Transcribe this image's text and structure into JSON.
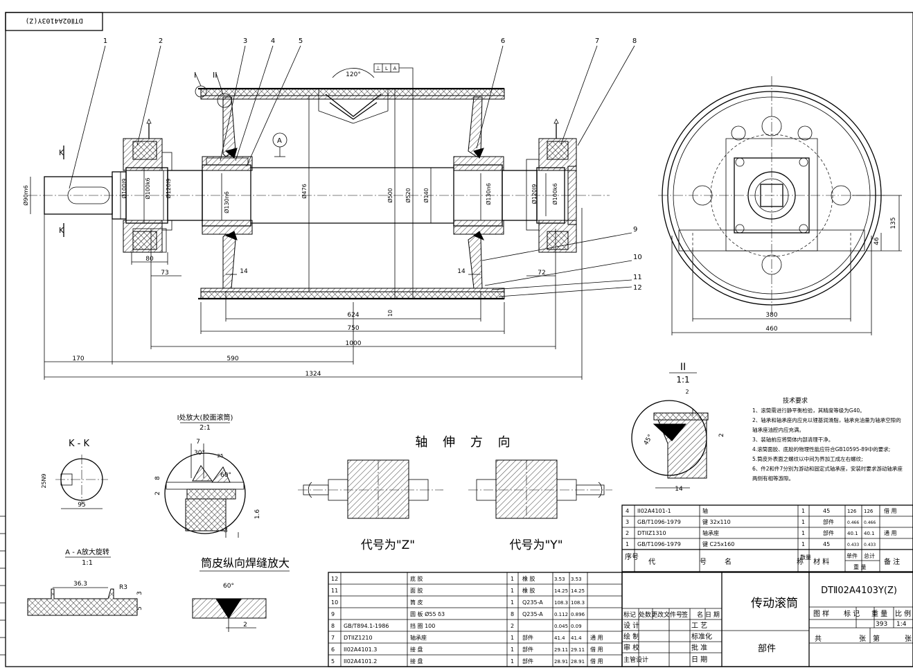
{
  "drawing": {
    "stamp_code": "DTⅡ02A4103Y(Z)",
    "section_marks": {
      "I": "I",
      "II": "II",
      "K": "K",
      "A": "A"
    },
    "angle_top": "120°",
    "tolerance_box": [
      "⊥",
      "L",
      "A"
    ],
    "part_balloons": [
      "1",
      "2",
      "3",
      "4",
      "5",
      "6",
      "7",
      "8",
      "9",
      "10",
      "11",
      "12"
    ],
    "dims": {
      "d1": "Ø90m6",
      "d2": "Ø100l9",
      "d3": "Ø100k6",
      "d4": "Ø120l9",
      "d5": "Ø130n6",
      "d6": "Ø476",
      "d7": "Ø500",
      "d8": "Ø520",
      "d9": "Ø140",
      "d10": "Ø130n6",
      "d11": "Ø120l9",
      "d12": "Ø100k6",
      "l_80": "80",
      "l_73": "73",
      "l_14a": "14",
      "l_14b": "14",
      "l_72": "72",
      "l_624": "624",
      "l_10": "10",
      "l_750": "750",
      "l_1000": "1000",
      "l_170": "170",
      "l_590": "590",
      "l_1324": "1324",
      "l_380": "380",
      "l_460": "460",
      "l_135": "135",
      "l_46": "46"
    }
  },
  "detail_kk": {
    "title": "K - K",
    "dim_width": "95",
    "dim_key": "25N9"
  },
  "detail_i": {
    "title": "I处放大(胶面滚筒)",
    "scale": "2:1",
    "d7": "7",
    "a30": "30°",
    "a60": "60°",
    "d8": "8",
    "d2": "2",
    "d3": "3",
    "d16": "1.6",
    "r25": "25"
  },
  "detail_aa": {
    "title": "A - A放大旋转",
    "scale": "1:1",
    "d363": "36.3",
    "r3": "R3",
    "d3": "3",
    "d5": "5"
  },
  "weld": {
    "title": "筒皮纵向焊缝放大",
    "angle": "60°",
    "gap": "2"
  },
  "shaft": {
    "title": "轴 伸 方 向",
    "code_z": "代号为\"Z\"",
    "code_y": "代号为\"Y\""
  },
  "detail_ii": {
    "title": "II",
    "scale": "1:1",
    "a45": "45°",
    "d2a": "2",
    "d2b": "2",
    "d14": "14"
  },
  "tech": {
    "title": "技术要求",
    "lines": [
      "1、滚筒需进行静平衡检验，其精度等级为G40。",
      "2、轴承和轴承座内应充以锂基润滑脂，轴承充油量为轴承空隙的",
      "   轴承座油腔内应充满。",
      "3、装轴前应将筒体内部清理干净。",
      "4.滚筒面胶、底胶的物理性能应符合GB10595-89中的要求;",
      "5.筒皮外表面之螺纹以中间为界加工成左右螺纹;",
      "6、件2和件7分别为游动和固定式轴承座，安装时要求游动轴承座",
      "   两侧有相等游隙。"
    ]
  },
  "bom_upper": {
    "rows": [
      [
        "4",
        "II02A4101-1",
        "轴",
        "1",
        "45",
        "126",
        "126",
        "借 用"
      ],
      [
        "3",
        "GB/T1096-1979",
        "键 32x110",
        "1",
        "部件",
        "0.466",
        "0.466",
        ""
      ],
      [
        "2",
        "DTIIZ1310",
        "轴承座",
        "1",
        "部件",
        "40.1",
        "40.1",
        "通 用"
      ],
      [
        "1",
        "GB/T1096-1979",
        "键 C25x160",
        "1",
        "45",
        "0.433",
        "0.433",
        ""
      ]
    ],
    "header": [
      "序号",
      "代",
      "号",
      "名",
      "称",
      "数量",
      "材 料",
      "单件",
      "总计",
      "重 量",
      "备 注"
    ]
  },
  "bom_lower": {
    "rows": [
      [
        "12",
        "",
        "底 胶",
        "1",
        "橡 胶",
        "3.53",
        "3.53",
        ""
      ],
      [
        "11",
        "",
        "面 胶",
        "1",
        "橡 胶",
        "14.25",
        "14.25",
        ""
      ],
      [
        "10",
        "",
        "筒 皮",
        "1",
        "Q235-A",
        "108.3",
        "108.3",
        ""
      ],
      [
        "9",
        "",
        "圆 板 Ø55 δ3",
        "8",
        "Q235-A",
        "0.112",
        "0.896",
        ""
      ],
      [
        "8",
        "GB/T894.1-1986",
        "挡 圈 100",
        "2",
        "",
        "0.045",
        "0.09",
        ""
      ],
      [
        "7",
        "DTIIZ1210",
        "轴承座",
        "1",
        "部件",
        "41.4",
        "41.4",
        "通 用"
      ],
      [
        "6",
        "II02A4101.3",
        "接 盘",
        "1",
        "部件",
        "29.11",
        "29.11",
        "借 用"
      ],
      [
        "5",
        "II02A4101.2",
        "接 盘",
        "1",
        "部件",
        "28.91",
        "28.91",
        "借 用"
      ]
    ]
  },
  "title_block": {
    "name": "传动滚筒",
    "sub": "部件",
    "code": "DTⅡ02A4103Y(Z)",
    "headers": [
      "图 样",
      "标 记",
      "重 量",
      "比 例"
    ],
    "weight": "393",
    "scale": "1:4",
    "sheets": [
      "共",
      "张",
      "第",
      "张"
    ],
    "sign_rows": [
      "标记",
      "处数",
      "更改文件号",
      "签",
      "名",
      "日 期"
    ],
    "roles": [
      "设 计",
      "绘 制",
      "审 校",
      "主管设计",
      "工 艺",
      "标准化",
      "批 准",
      "日 期"
    ]
  }
}
